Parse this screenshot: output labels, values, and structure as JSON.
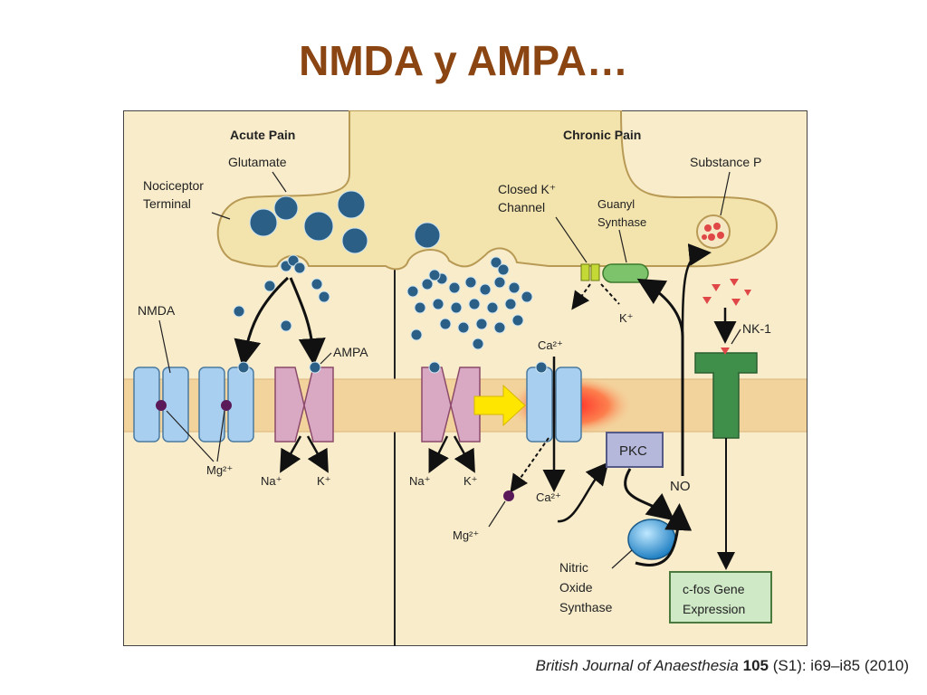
{
  "slide": {
    "title": "NMDA y AMPA…"
  },
  "figure": {
    "panels": {
      "acute": "Acute Pain",
      "chronic": "Chronic Pain"
    },
    "labels": {
      "glutamate": "Glutamate",
      "nociceptor_line1": "Nociceptor",
      "nociceptor_line2": "Terminal",
      "nmda": "NMDA",
      "ampa": "AMPA",
      "mg_left": "Mg²⁺",
      "na_left": "Na⁺",
      "k_left": "K⁺",
      "closed_k_line1": "Closed K⁺",
      "closed_k_line2": "Channel",
      "guanyl_line1": "Guanyl",
      "guanyl_line2": "Synthase",
      "substance_p": "Substance P",
      "k_right": "K⁺",
      "nk1": "NK-1",
      "ca_top": "Ca²⁺",
      "ca_bottom": "Ca²⁺",
      "na_right": "Na⁺",
      "k_right2": "K⁺",
      "mg_right": "Mg²⁺",
      "pkc": "PKC",
      "no": "NO",
      "nos_line1": "Nitric",
      "nos_line2": "Oxide",
      "nos_line3": "Synthase",
      "cfos_line1": "c-fos Gene",
      "cfos_line2": "Expression"
    },
    "colors": {
      "background": "#f8eccb",
      "membrane": "#f3d39c",
      "terminal": "#f3e3ad",
      "vesicle": "#2b5f86",
      "nmda_channel": "#a9cff0",
      "ampa_channel": "#d9a9c4",
      "nk1_receptor": "#3f8f4a",
      "guanyl_synthase": "#7cc36b",
      "k_channel": "#c4d936",
      "substance_p": "#e04848",
      "pkc_box": "#b5b8db",
      "nos_sphere": "#3aa0e0",
      "cfos_box": "#cfe8c6",
      "title": "#8b4513"
    }
  },
  "citation": {
    "journal": "British Journal of Anaesthesia",
    "volume": "105",
    "details": "(S1): i69–i85 (2010)"
  }
}
